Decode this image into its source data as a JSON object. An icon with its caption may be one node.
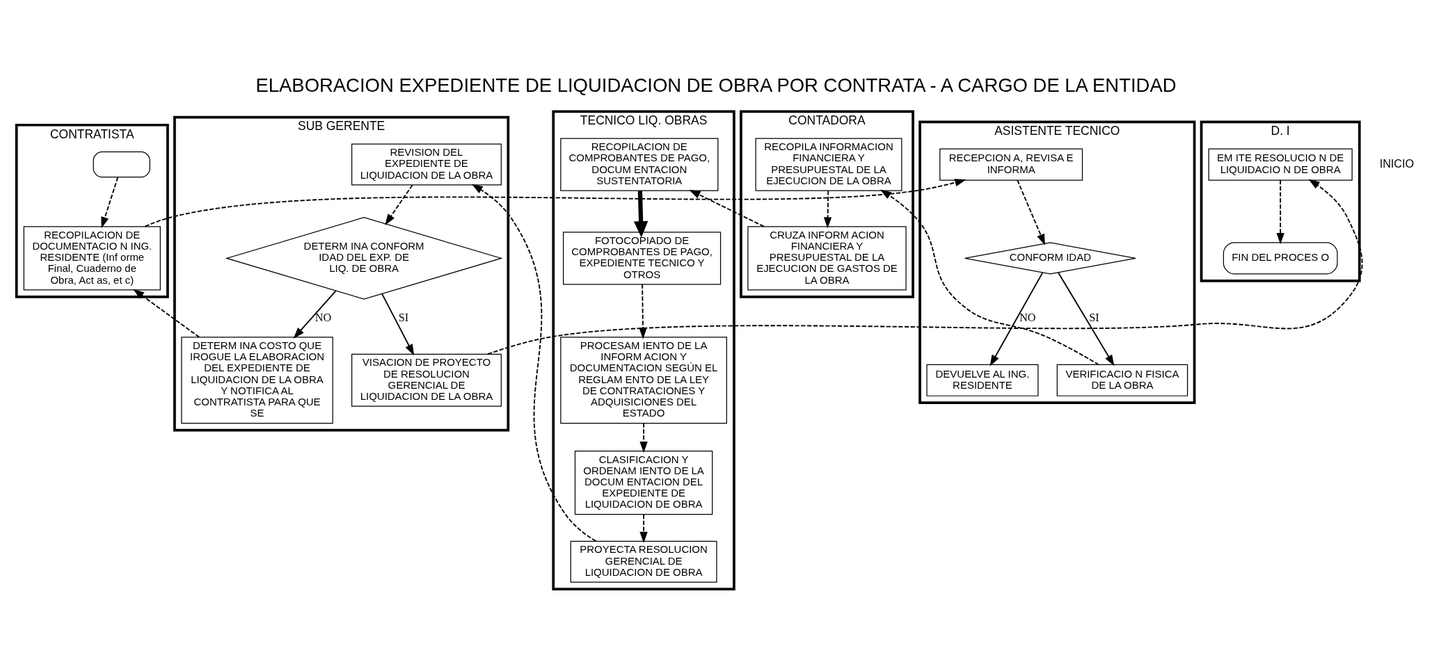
{
  "diagram": {
    "title": "ELABORACION EXPEDIENTE DE LIQUIDACION DE OBRA POR CONTRATA - A CARGO DE LA ENTIDAD",
    "nodes": [
      {
        "text": [
          "CONTRATISTA"
        ]
      },
      {
        "text": [
          "ASISTENTE TECNICO"
        ]
      },
      {
        "text": [
          "CONTADORA"
        ]
      },
      {
        "text": [
          "TECNICO LIQ. OBRAS"
        ]
      },
      {
        "text": [
          "SUB GERENTE"
        ]
      },
      {
        "text": [
          "D. I"
        ]
      },
      {
        "text": [],
        "shape": "box",
        "in": 0
      },
      {
        "text": [
          "RECOPILACION DE DOCUMENTACIO N ING. RESIDENTE (Inf orme Final, Cuaderno de Obra, Act as, et c)"
        ],
        "in": 0
      },
      {
        "text": [
          "RECEPCION A, REVISA E INFORMA"
        ],
        "in": 1
      },
      {
        "text": [
          "CONFORM IDAD"
        ],
        "in": 1
      },
      {
        "text": [
          "DEVUELVE AL ING. RESIDENTE"
        ],
        "in": 1
      },
      {
        "text": [
          "VERIFICACIO N FISICA DE LA OBRA"
        ],
        "in": 1
      },
      {
        "text": [
          "RECOPILA INFORMACION FINANCIERA Y PRESUPUESTAL DE LA EJECUCION DE LA OBRA"
        ],
        "in": 2
      },
      {
        "text": [
          "CRUZA INFORM ACION FINANCIERA Y PRESUPUESTAL DE LA EJECUCION DE GASTOS DE LA OBRA"
        ],
        "in": 2
      },
      {
        "text": [
          "RECOPILACION DE COMPROBANTES DE PAGO, DOCUM ENTACION SUSTENTATORIA"
        ],
        "in": 3
      },
      {
        "text": [
          "FOTOCOPIADO DE COMPROBANTES DE PAGO, EXPEDIENTE TECNICO Y OTROS"
        ],
        "in": 3
      },
      {
        "text": [
          "PROCESAM IENTO DE LA INFORM ACION Y DOCUMENTACION SEGÚN EL REGLAM ENTO DE LA LEY DE CONTRATACIONES Y ADQUISICIONES DEL ESTADO"
        ],
        "in": 3
      },
      {
        "text": [
          "CLASIFICACION Y ORDENAM IENTO DE LA DOCUM ENTACION DEL EXPEDIENTE DE LIQUIDACION DE OBRA"
        ],
        "in": 3
      },
      {
        "text": [
          "PROYECTA RESOLUCION GERENCIAL DE LIQUIDACION DE OBRA"
        ],
        "in": 3
      },
      {
        "text": [
          "REVISION DEL EXPEDIENTE DE LIQUIDACION DE LA OBRA"
        ],
        "in": 4
      },
      {
        "text": [
          "DETERM INA CONFORM IDAD DEL EXP. DE LIQ. DE OBRA"
        ],
        "in": 4
      },
      {
        "text": [
          "DETERM INA COSTO QUE IROGUE LA ELABORACION DEL EXPEDIENTE DE LIQUIDACION DE LA OBRA Y NOTIFICA AL CONTRATISTA PARA QUE SE"
        ],
        "in": 4
      },
      {
        "text": [
          "VISACION DE PROYECTO DE RESOLUCION GERENCIAL DE LIQUIDACION DE LA OBRA"
        ],
        "in": 4
      },
      {
        "text": [
          "EM ITE RESOLUCIO N DE LIQUIDACIO N DE OBRA"
        ],
        "in": 5
      },
      {
        "text": [
          "FIN DEL PROCES O"
        ],
        "in": 5
      }
    ],
    "edges": [
      {
        "from": 6,
        "to": 7,
        "arrow": "to",
        "style": "dashed"
      },
      {
        "from": 7,
        "to": 8,
        "arrow": "to",
        "style": "dashed"
      },
      {
        "from": 8,
        "to": 9,
        "arrow": "to",
        "style": "dashed"
      },
      {
        "from": 9,
        "to": 10,
        "arrow": "to",
        "label": "NO"
      },
      {
        "from": 9,
        "to": 11,
        "arrow": "to",
        "label": "SI"
      },
      {
        "from": 11,
        "to": 12,
        "arrow": "to",
        "style": "dashed"
      },
      {
        "from": 12,
        "to": 13,
        "arrow": "to",
        "style": "dashed"
      },
      {
        "from": 13,
        "to": 14,
        "arrow": "to",
        "style": "dashed"
      },
      {
        "from": 14,
        "to": 15,
        "arrow": "to",
        "style": "thick"
      },
      {
        "from": 15,
        "to": 16,
        "arrow": "to",
        "style": "dashed"
      },
      {
        "from": 16,
        "to": 17,
        "arrow": "to",
        "style": "dashed"
      },
      {
        "from": 17,
        "to": 18,
        "arrow": "to",
        "style": "dashed"
      },
      {
        "from": 18,
        "to": 19,
        "arrow": "to",
        "style": "dashed"
      },
      {
        "from": 19,
        "to": 20,
        "arrow": "to",
        "style": "dashed"
      },
      {
        "from": 20,
        "to": 21,
        "arrow": "to",
        "label": "NO"
      },
      {
        "from": 20,
        "to": 22,
        "arrow": "to",
        "label": "SI"
      },
      {
        "from": 22,
        "to": 23,
        "arrow": "to",
        "style": "dashed"
      },
      {
        "from": 23,
        "to": 24,
        "arrow": "to",
        "style": "dashed"
      },
      {
        "from": 21,
        "to": 7,
        "arrow": "to",
        "style": "dashed"
      }
    ],
    "labels": [
      "INICIO"
    ]
  }
}
